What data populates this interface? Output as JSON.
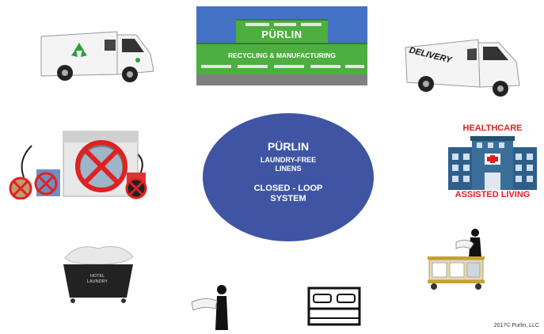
{
  "factory": {
    "name": "PÜRLIN",
    "subtitle": "RECYCLING & MANUFACTURING"
  },
  "center": {
    "brand": "PÜRLIN",
    "line1": "LAUNDRY-FREE",
    "line2": "LINENS",
    "line3": "CLOSED - LOOP",
    "line4": "SYSTEM"
  },
  "delivery_van": {
    "label": "DELIVERY"
  },
  "facility": {
    "label_top": "HEALTHCARE",
    "label_bottom": "ASSISTED LIVING"
  },
  "laundry_cart": {
    "label_line1": "HOTEL",
    "label_line2": "LAUNDRY"
  },
  "colors": {
    "circle": "#3f55a4",
    "factory_sky": "#4472c4",
    "factory_green": "#4caf3f",
    "alert_red": "#e02020"
  },
  "copyright": "2017© Purlin, LLC"
}
